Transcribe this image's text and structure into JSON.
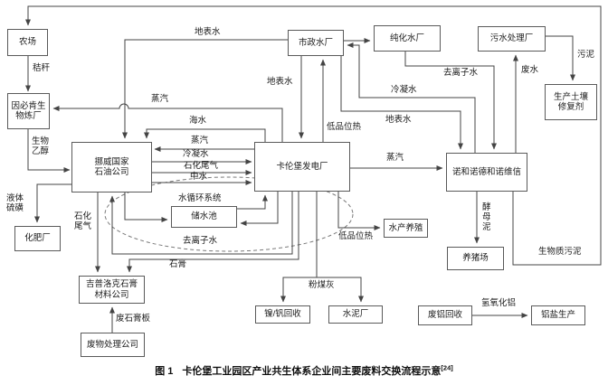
{
  "figure": {
    "caption_prefix": "图 1",
    "caption_text": "卡伦堡工业园区产业共生体系企业间主要废料交换流程示意",
    "caption_ref": "[24]"
  },
  "colors": {
    "line": "#444444",
    "box_border": "#5a5a5a",
    "text": "#1c1c1c",
    "background": "#ffffff"
  },
  "nodes": {
    "farm": {
      "label": "农场"
    },
    "inbicon": {
      "label": "因必肯生物炼厂"
    },
    "statoil": {
      "label": "挪威国家石油公司"
    },
    "power": {
      "label": "卡伦堡发电厂"
    },
    "municipal": {
      "label": "市政水厂"
    },
    "purified": {
      "label": "纯化水厂"
    },
    "sewage": {
      "label": "污水处理厂"
    },
    "soil": {
      "label": "生产土壤修复剂"
    },
    "novo": {
      "label": "诺和诺德和诺维信"
    },
    "reservoir": {
      "label": "储水池"
    },
    "fertilizer": {
      "label": "化肥厂"
    },
    "gyproc": {
      "label": "吉普洛克石膏材料公司"
    },
    "waste": {
      "label": "废物处理公司"
    },
    "nickel": {
      "label": "镍/钒回收"
    },
    "cement": {
      "label": "水泥厂"
    },
    "aqua": {
      "label": "水产养殖"
    },
    "pig": {
      "label": "养猪场"
    },
    "alurec": {
      "label": "废铝回收"
    },
    "alusalt": {
      "label": "铝盐生产"
    }
  },
  "annotations": {
    "water_cycle": "水循环系统"
  },
  "edges": [
    {
      "from": "farm",
      "to": "inbicon",
      "label": "秸秆"
    },
    {
      "from": "power",
      "to": "inbicon",
      "label": "蒸汽"
    },
    {
      "from": "inbicon",
      "to": "statoil",
      "label": "生物乙醇"
    },
    {
      "from": "municipal",
      "to": "statoil",
      "label": "地表水"
    },
    {
      "from": "power",
      "to": "statoil",
      "label": "海水"
    },
    {
      "from": "power",
      "to": "statoil",
      "label": "蒸汽"
    },
    {
      "from": "statoil",
      "to": "power",
      "label": "冷凝水"
    },
    {
      "from": "statoil",
      "to": "power",
      "label": "石化尾气"
    },
    {
      "from": "statoil",
      "to": "power",
      "label": "中水"
    },
    {
      "from": "municipal",
      "to": "power",
      "label": "地表水"
    },
    {
      "from": "power",
      "to": "municipal",
      "label": "低品位热"
    },
    {
      "from": "municipal",
      "to": "purified",
      "label": ""
    },
    {
      "from": "novo",
      "to": "municipal",
      "label": "冷凝水"
    },
    {
      "from": "municipal",
      "to": "novo",
      "label": "地表水"
    },
    {
      "from": "purified",
      "to": "novo",
      "label": "去离子水"
    },
    {
      "from": "power",
      "to": "novo",
      "label": "蒸汽"
    },
    {
      "from": "novo",
      "to": "sewage",
      "label": "废水"
    },
    {
      "from": "sewage",
      "to": "soil",
      "label": "污泥"
    },
    {
      "from": "novo",
      "to": "pig",
      "label": "酵母泥"
    },
    {
      "from": "novo",
      "to": "farm",
      "label": "生物质污泥"
    },
    {
      "from": "statoil",
      "to": "fertilizer",
      "label": "液体硫磺"
    },
    {
      "from": "statoil",
      "to": "gyproc",
      "label": "石化尾气"
    },
    {
      "from": "power",
      "to": "gyproc",
      "label": "石膏"
    },
    {
      "from": "waste",
      "to": "gyproc",
      "label": "废石膏板"
    },
    {
      "from": "power",
      "to": "nickel",
      "label": "粉煤灰"
    },
    {
      "from": "power",
      "to": "cement",
      "label": "粉煤灰"
    },
    {
      "from": "power",
      "to": "aqua",
      "label": "低品位热"
    },
    {
      "from": "power",
      "to": "statoil",
      "label": "去离子水"
    },
    {
      "from": "statoil",
      "to": "reservoir",
      "label": ""
    },
    {
      "from": "power",
      "to": "reservoir",
      "label": ""
    },
    {
      "from": "reservoir",
      "to": "power",
      "label": ""
    },
    {
      "from": "alurec",
      "to": "alusalt",
      "label": "氢氧化铝"
    }
  ]
}
